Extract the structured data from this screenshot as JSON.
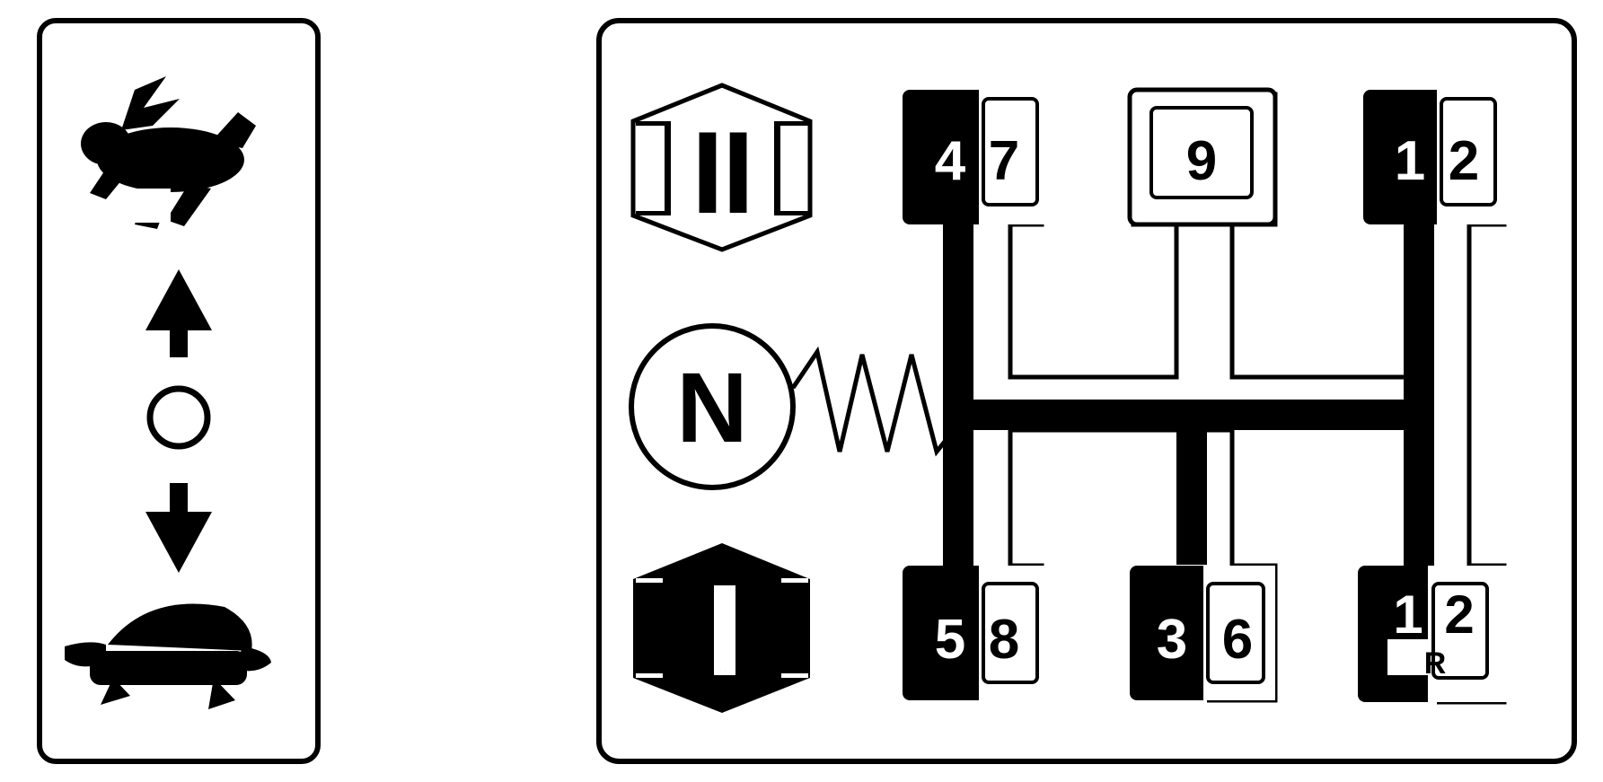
{
  "colors": {
    "ink": "#000000",
    "paper": "#ffffff"
  },
  "speed_panel": {
    "fast_icon": "rabbit-icon",
    "slow_icon": "turtle-icon",
    "up_arrow_icon": "arrow-up-icon",
    "down_arrow_icon": "arrow-down-icon",
    "center_icon": "circle-icon"
  },
  "shift_panel": {
    "range_high": "II",
    "range_low": "I",
    "neutral": "N",
    "gears": {
      "top_left": {
        "left": "4",
        "right": "7"
      },
      "top_mid": {
        "left": "",
        "right": "9"
      },
      "top_right": {
        "left": "1",
        "right": "2"
      },
      "bot_left": {
        "left": "5",
        "right": "8"
      },
      "bot_mid": {
        "left": "3",
        "right": "6"
      },
      "bot_right": {
        "left": "1",
        "right": "2",
        "reverse": "R"
      }
    }
  }
}
